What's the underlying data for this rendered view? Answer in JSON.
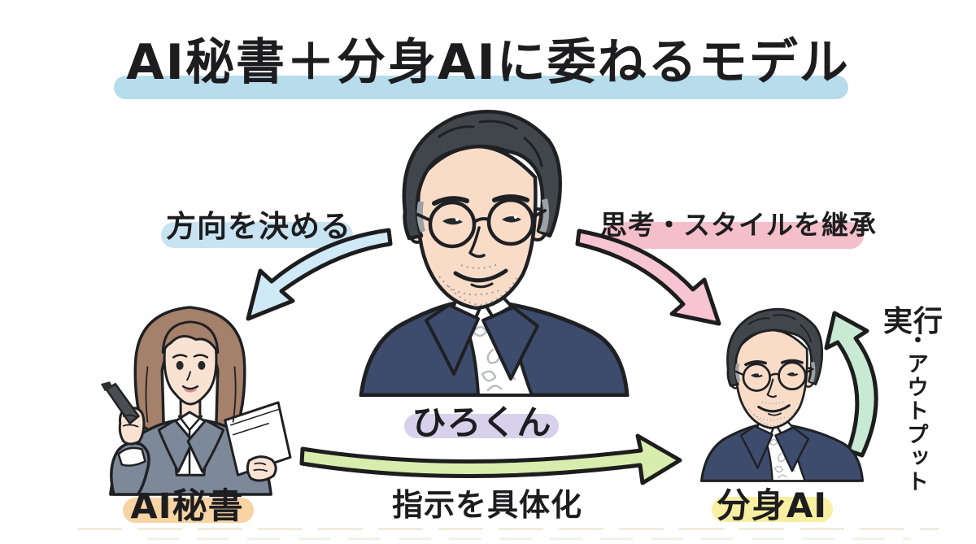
{
  "title": {
    "text": "AI秘書＋分身AIに委ねるモデル"
  },
  "nodes": {
    "center": {
      "label": "ひろくん"
    },
    "left": {
      "label": "AI秘書"
    },
    "right": {
      "label": "分身AI"
    }
  },
  "arrows": {
    "to_secretary": {
      "label": "方向を決める"
    },
    "to_clone": {
      "label": "思考・スタイルを継承"
    },
    "secretary_to_clone": {
      "label": "指示を具体化"
    },
    "clone_loop": {
      "label": "実行・アウトプット",
      "label_head": "実行",
      "label_tail": "・アウトプット"
    }
  },
  "colors": {
    "title_highlight": "#b7dcec",
    "blue_highlight": "#c8e4f2",
    "pink_highlight": "#f5bfca",
    "lavender_highlight": "#d7d1eb",
    "peach_highlight": "#f8d3a4",
    "yellow_highlight": "#f9efa2",
    "blue_arrow": "#cfe9f6",
    "pink_arrow": "#f6c5d1",
    "green_arrow": "#d8edad",
    "mint_arrow": "#c8e9d2",
    "outline": "#1d1d1f"
  }
}
